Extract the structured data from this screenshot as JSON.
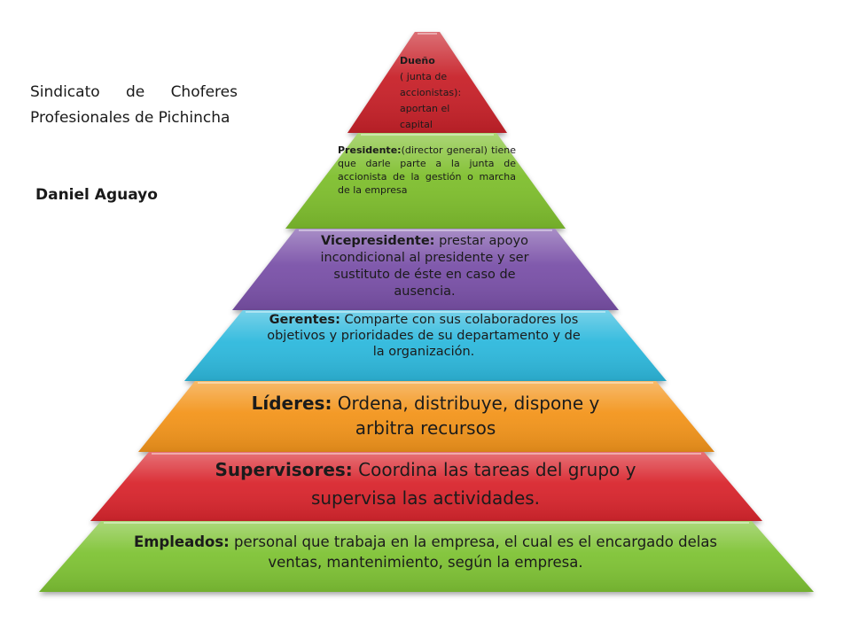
{
  "side": {
    "title": "Sindicato de Choferes Profesionales de Pichincha",
    "author": "Daniel Aguayo"
  },
  "levels": [
    {
      "id": "owner",
      "label": "Dueño",
      "text": "( junta de accionistas): aportan el capital",
      "color": "#c8202a"
    },
    {
      "id": "president",
      "label": "Presidente:",
      "text": "(director general) tiene que darle parte a la junta de accionista de la gestión o marcha de la empresa",
      "color": "#7fbf2e"
    },
    {
      "id": "vicepresident",
      "label": "Vicepresidente:",
      "text": " prestar apoyo incondicional al presidente y ser sustituto de éste en caso de ausencia.",
      "color": "#7a51a8"
    },
    {
      "id": "managers",
      "label": "Gerentes:",
      "text": " Comparte con sus colaboradores los objetivos y prioridades de su departamento y de la organización.",
      "color": "#2fb9dd"
    },
    {
      "id": "leaders",
      "label": "Líderes:",
      "text": " Ordena, distribuye, dispone y arbitra recursos",
      "color": "#f3951f"
    },
    {
      "id": "supervisors",
      "label": "Supervisores:",
      "text": " Coordina las tareas del grupo y supervisa las actividades.",
      "color": "#d9272f"
    },
    {
      "id": "employees",
      "label": "Empleados:",
      "text": " personal que trabaja en la empresa, el cual es el encargado delas ventas, mantenimiento, según la empresa.",
      "color": "#7fc334"
    }
  ]
}
